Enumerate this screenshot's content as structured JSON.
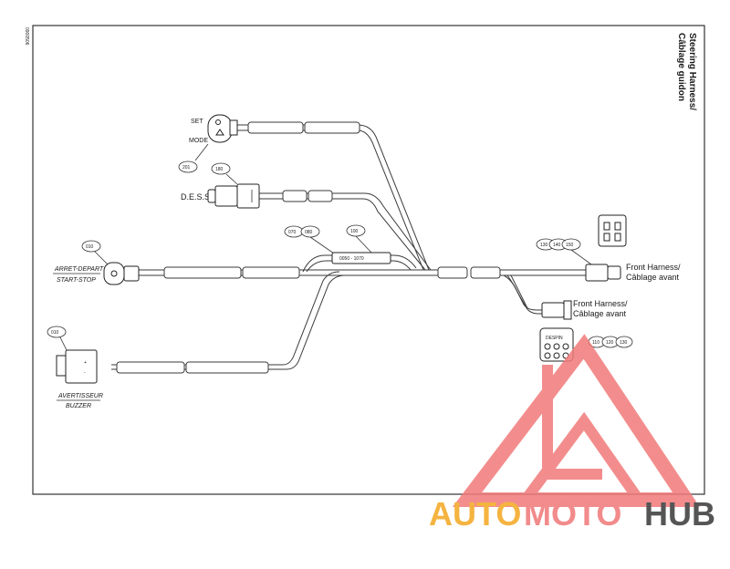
{
  "sheet": {
    "code": "0900506",
    "title_line1": "Steering Harness/",
    "title_line2": "Câblage guidon"
  },
  "components": {
    "set_mode": {
      "label_set": "SET",
      "label_mode": "MODE",
      "ref": "201"
    },
    "dess": {
      "label": "D.E.S.S.",
      "ref": "180"
    },
    "start_stop": {
      "label_fr": "ARRET-DEPART",
      "label_en": "START-STOP",
      "ref": "010"
    },
    "buzzer": {
      "label_fr": "AVERTISSEUR",
      "label_en": "BUZZER",
      "ref": "010",
      "pin1": "+",
      "pin2": "-"
    },
    "splice": {
      "refs": [
        "070",
        "080"
      ],
      "ref_right": "100",
      "marking": "0050 - 1070"
    },
    "front_harness_1": {
      "line1": "Front Harness/",
      "line2": "Câblage avant",
      "refs": [
        "130",
        "140",
        "150"
      ]
    },
    "front_harness_2": {
      "line1": "Front Harness/",
      "line2": "Câblage avant",
      "refs": [
        "110",
        "120",
        "130"
      ]
    },
    "connector_detail": {
      "label": "DESPIN"
    }
  },
  "watermark": {
    "part1": "AUTO",
    "part2": "MOTO",
    "part3": "HUB",
    "color1": "#f5b340",
    "color2": "#f28b8b",
    "color3": "#555555",
    "logo_color": "#f27a7a"
  }
}
